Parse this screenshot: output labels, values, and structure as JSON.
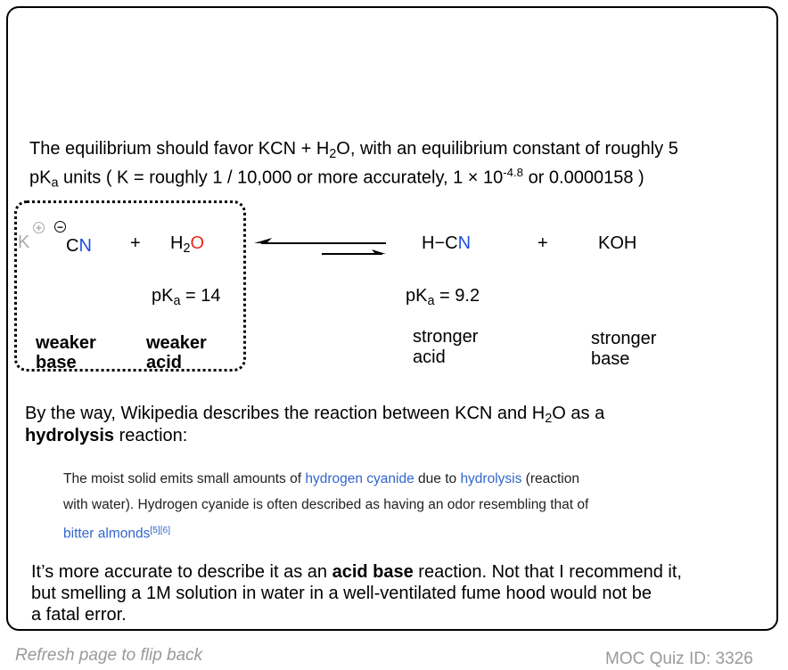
{
  "intro": {
    "line1_pre": "The equilibrium should favor KCN + H",
    "line1_sub": "2",
    "line1_post": "O, with an equilibrium constant of roughly 5",
    "line2_pre": "pK",
    "line2_sub": "a",
    "line2_mid": " units ( K = roughly 1 / 10,000  or more accurately, 1 × 10",
    "line2_sup": "-4.8",
    "line2_post": "  or 0.0000158 )"
  },
  "reaction": {
    "k_label": "K",
    "k_charge": "+",
    "cn_charge": "−",
    "cn_c": "C",
    "cn_n": "N",
    "plus1": "+",
    "water_h": "H",
    "water_sub": "2",
    "water_o": "O",
    "hcn_h": "H",
    "hcn_bond": "−",
    "hcn_c": "C",
    "hcn_n": "N",
    "plus2": "+",
    "koh": "KOH",
    "pka_water_pre": "pK",
    "pka_water_sub": "a",
    "pka_water_post": " = 14",
    "pka_hcn_pre": "pK",
    "pka_hcn_sub": "a",
    "pka_hcn_post": " = 9.2",
    "weaker_base_1": "weaker",
    "weaker_base_2": "base",
    "weaker_acid_1": "weaker",
    "weaker_acid_2": "acid",
    "stronger_acid_1": "stronger",
    "stronger_acid_2": "acid",
    "stronger_base_1": "stronger",
    "stronger_base_2": "base"
  },
  "wiki": {
    "line1_pre": "By the way, Wikipedia describes the reaction between KCN and H",
    "line1_sub": "2",
    "line1_post": "O as a",
    "line2_bold": "hydrolysis",
    "line2_post": " reaction:"
  },
  "quote": {
    "l1_a": "The moist solid emits small amounts of ",
    "l1_link1": "hydrogen cyanide",
    "l1_b": " due to ",
    "l1_link2": "hydrolysis",
    "l1_c": " (reaction",
    "l2": "with water). Hydrogen cyanide is often described as having an odor resembling that of",
    "l3_link": "bitter almonds",
    "l3_sup": "[5][6]",
    "l3_end": "."
  },
  "closing": {
    "l1_pre": "It’s more accurate to describe it as an ",
    "l1_bold": "acid base",
    "l1_post": " reaction. Not that I recommend it,",
    "l2": "but smelling a 1M solution in water in a well-ventilated fume hood would not be",
    "l3": "a fatal error."
  },
  "footer": {
    "refresh": "Refresh page to flip back",
    "quiz_id": "MOC Quiz ID: 3326"
  },
  "colors": {
    "nitrogen": "#1f4fe0",
    "oxygen": "#e8281b",
    "link": "#3366cc"
  }
}
